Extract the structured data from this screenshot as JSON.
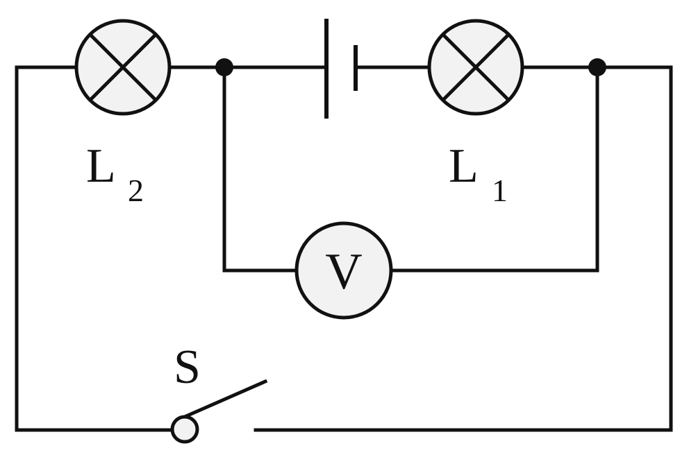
{
  "labels": {
    "lamp_l2_letter": "L",
    "lamp_l2_sub": "2",
    "lamp_l1_letter": "L",
    "lamp_l1_sub": "1",
    "voltmeter": "V",
    "switch": "S"
  },
  "colors": {
    "line": "#111111",
    "component_fill": "#f2f2f2"
  }
}
